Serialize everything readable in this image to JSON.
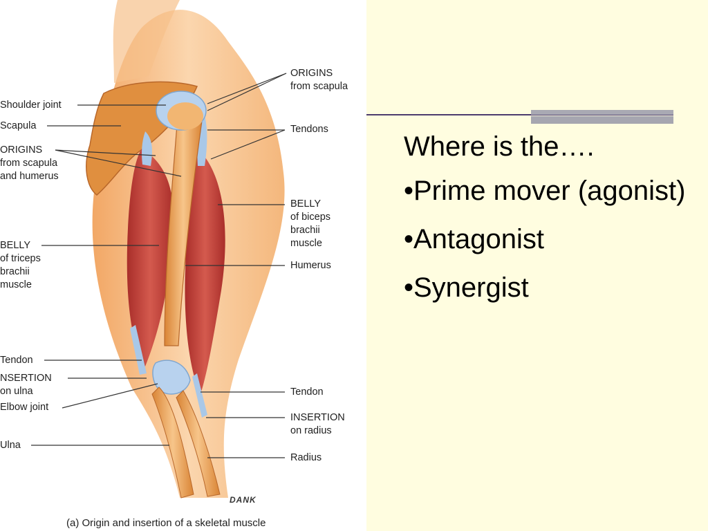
{
  "figure": {
    "labels_left": {
      "shoulder_joint": "Shoulder joint",
      "scapula": "Scapula",
      "origins_1": "ORIGINS",
      "origins_2": "from scapula",
      "origins_3": "and humerus",
      "belly_1": "BELLY",
      "belly_2": "of triceps",
      "belly_3": "brachii",
      "belly_4": "muscle",
      "tendon": "Tendon",
      "insertion_1": "INSERTION",
      "insertion_2": "on ulna",
      "elbow_joint": "Elbow joint",
      "ulna": "Ulna"
    },
    "labels_right": {
      "origins_1": "ORIGINS",
      "origins_2": "from scapula",
      "tendons": "Tendons",
      "belly_1": "BELLY",
      "belly_2": "of biceps",
      "belly_3": "brachii",
      "belly_4": "muscle",
      "humerus": "Humerus",
      "tendon": "Tendon",
      "insertion_1": "INSERTION",
      "insertion_2": "on radius",
      "radius": "Radius"
    },
    "signature": "DANK",
    "caption": "(a) Origin and insertion of a skeletal muscle"
  },
  "slide": {
    "question": "Where is the….",
    "bullets": [
      "•Prime mover (agonist)",
      "•Antagonist",
      "•Synergist"
    ]
  },
  "colors": {
    "background": "#FFFDE0",
    "skin": "#F5B77A",
    "muscle": "#C8403A",
    "bone": "#E89A4A",
    "tendon": "#A9C8E8",
    "rule": "#4B3B6E"
  }
}
